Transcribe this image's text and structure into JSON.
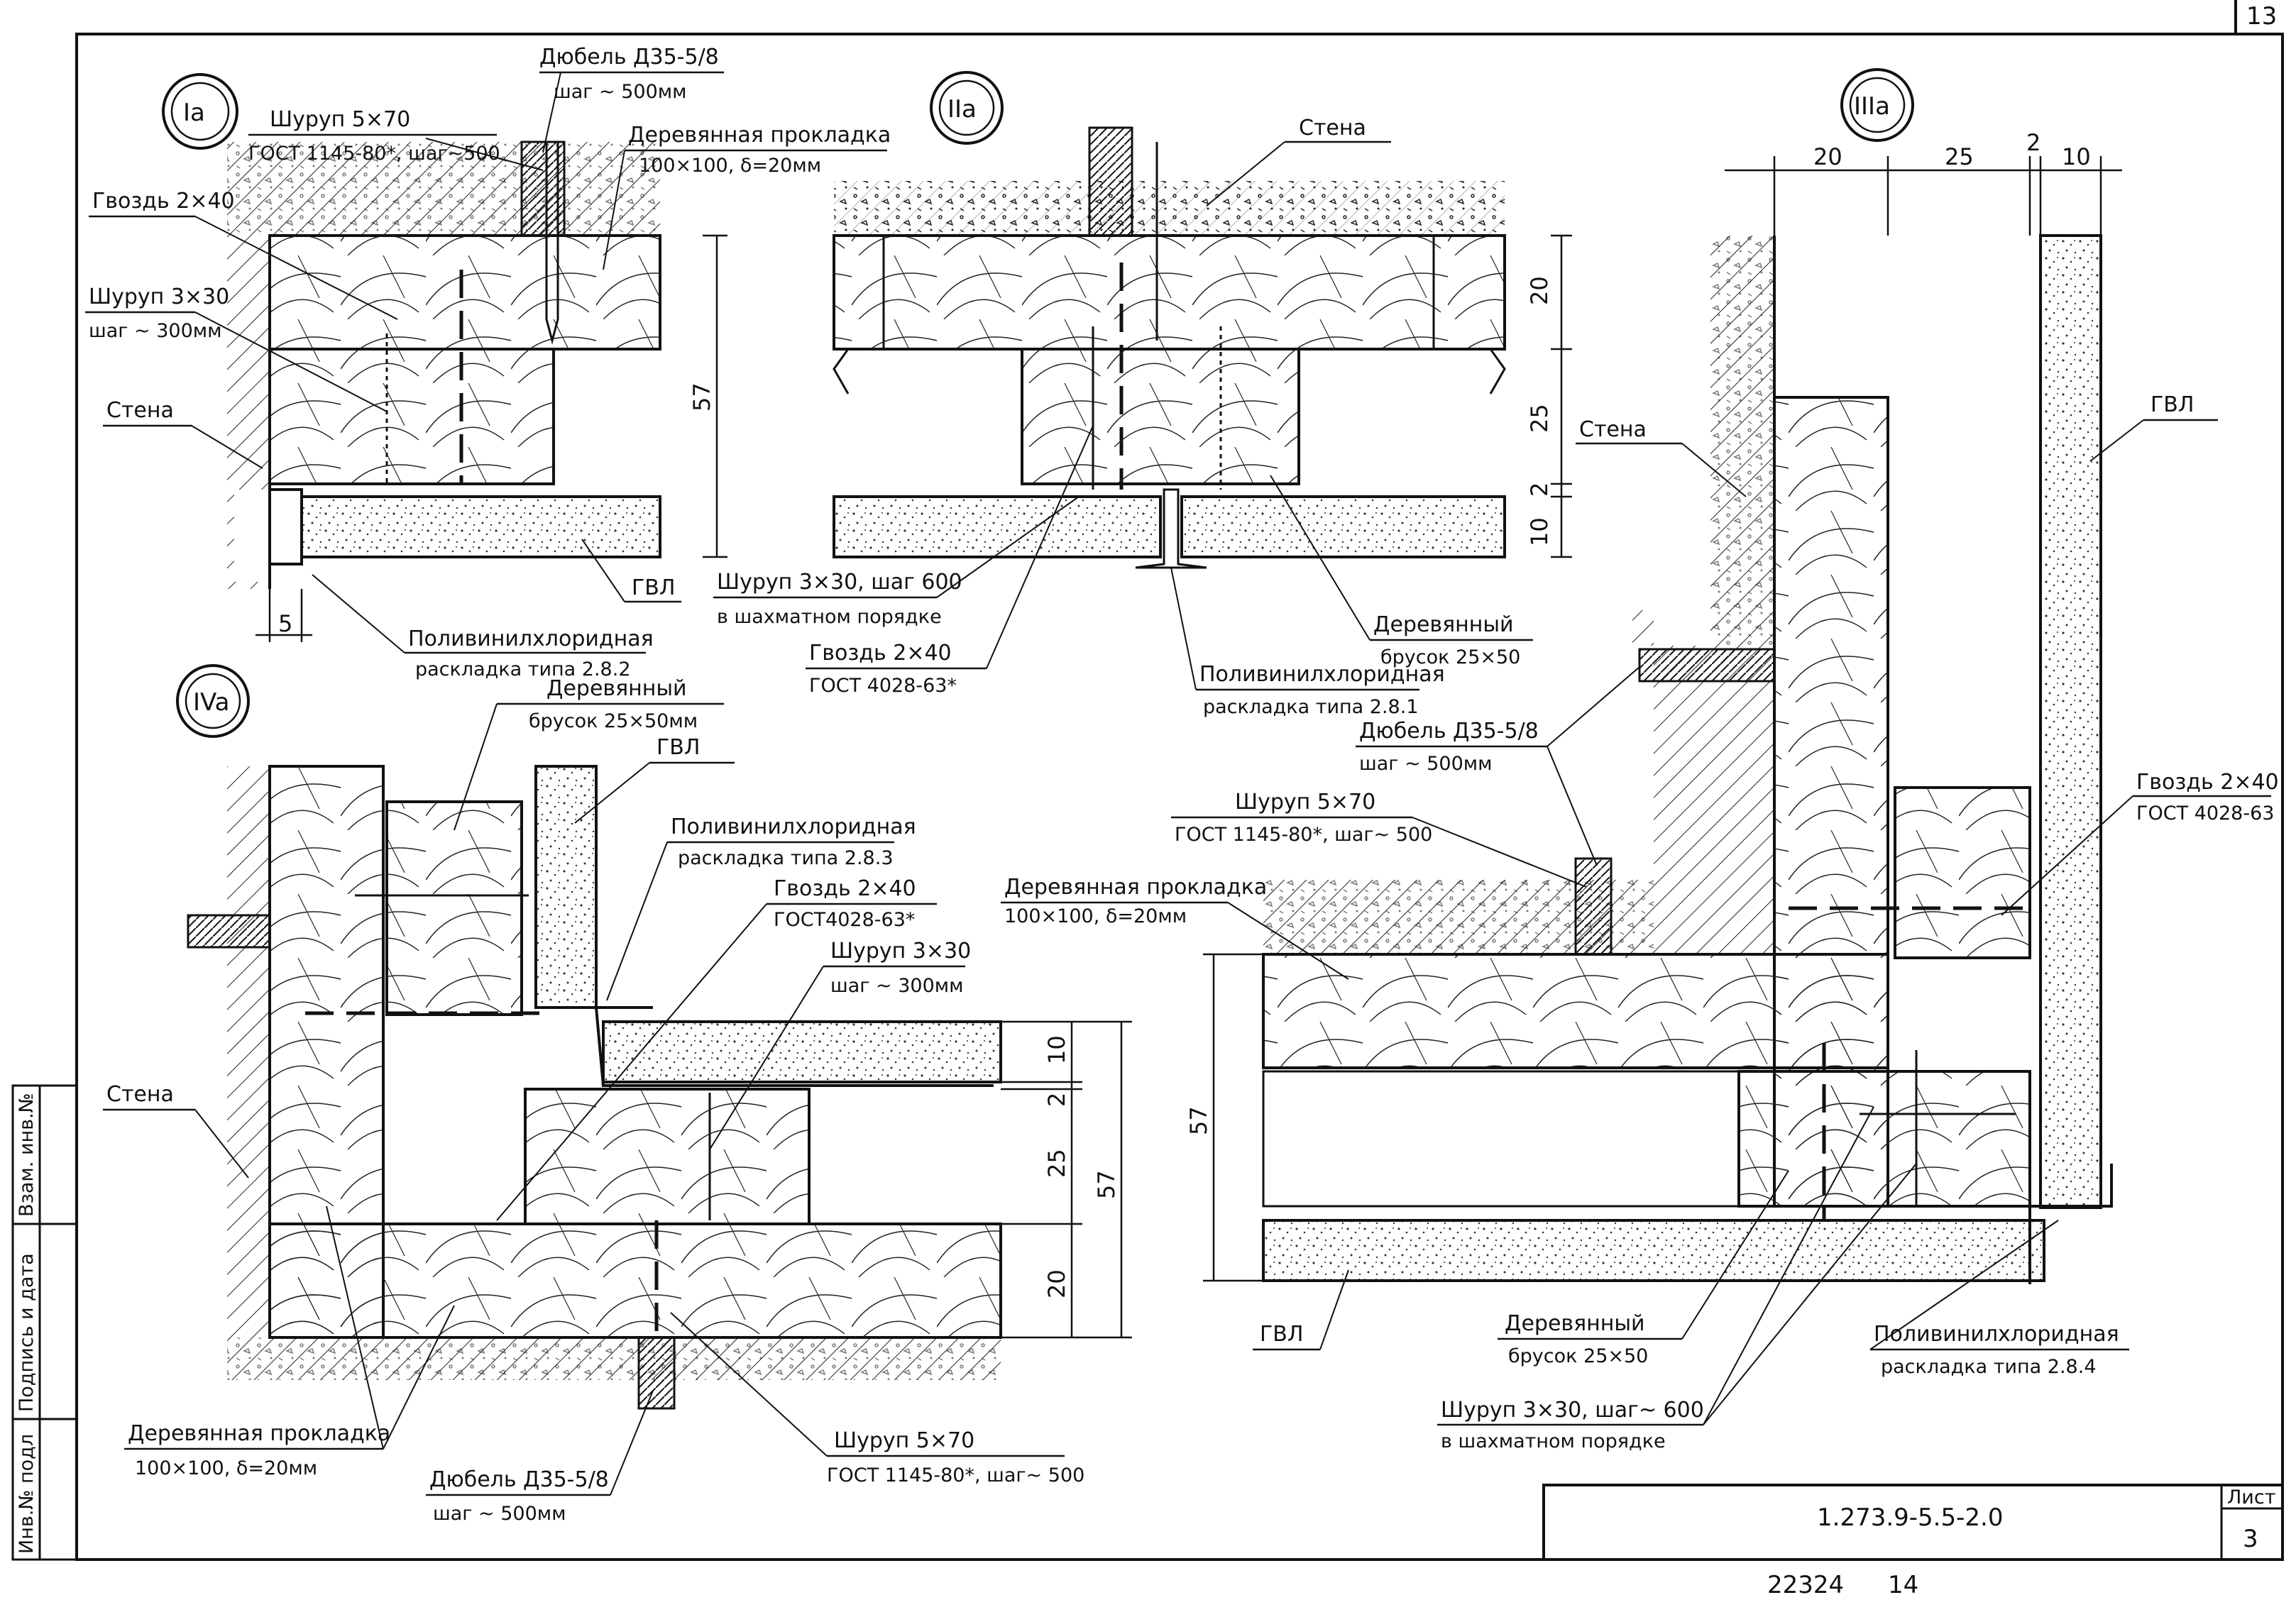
{
  "sheet": {
    "corner_number": "13",
    "doc_code": "1.273.9-5.5-2.0",
    "list_label": "Лист",
    "list_number": "3",
    "bottom_stamp_left": "22324",
    "bottom_stamp_right": "14",
    "side_labels": [
      "Инв.№ подл",
      "Подпись и дата",
      "Взам. инв.№"
    ]
  },
  "details": [
    {
      "id": "Ia",
      "marker": "Ia",
      "labels": {
        "dowel": "Дюбель Д35-5/8",
        "dowel_step": "шаг ~ 500мм",
        "screw_a": "Шуруп 5×70",
        "screw_a_std": "ГОСТ 1145-80*, шаг~500",
        "pad": "Деревянная прокладка",
        "pad_size": "100×100, δ=20мм",
        "nail": "Гвоздь 2×40",
        "screw_b": "Шуруп 3×30",
        "screw_b_step": "шаг ~ 300мм",
        "wall": "Стена",
        "gvl": "ГВЛ",
        "pvc": "Поливинилхлоридная",
        "pvc_type": "раскладка типа 2.8.2"
      },
      "dims": {
        "total": "57",
        "offset": "5"
      }
    },
    {
      "id": "IIa",
      "marker": "IIa",
      "labels": {
        "wall": "Стена",
        "screw": "Шуруп 3×30, шаг 600",
        "screw_order": "в шахматном порядке",
        "nail": "Гвоздь 2×40",
        "nail_std": "ГОСТ 4028-63*",
        "bar": "Деревянный",
        "bar_size": "брусок 25×50",
        "pvc": "Поливинилхлоридная",
        "pvc_type": "раскладка типа 2.8.1"
      },
      "dims": {
        "d1": "20",
        "d2": "25",
        "d3": "2",
        "d4": "10"
      }
    },
    {
      "id": "IIIa",
      "marker": "IIIa",
      "labels": {
        "wall": "Стена",
        "gvl": "ГВЛ",
        "dowel": "Дюбель Д35-5/8",
        "dowel_step": "шаг ~ 500мм",
        "screw": "Шуруп 5×70",
        "screw_std": "ГОСТ 1145-80*, шаг~ 500",
        "pad": "Деревянная прокладка",
        "pad_size": "100×100, δ=20мм",
        "nail": "Гвоздь 2×40",
        "nail_std": "ГОСТ 4028-63",
        "bar": "Деревянный",
        "bar_size": "брусок 25×50",
        "screw_small": "Шуруп 3×30, шаг~ 600",
        "screw_small_order": "в шахматном порядке",
        "pvc": "Поливинилхлоридная",
        "pvc_type": "раскладка типа 2.8.4",
        "gvl_bottom": "ГВЛ"
      },
      "dims": {
        "d1": "20",
        "d2": "25",
        "d3": "2",
        "d4": "10",
        "total": "57"
      }
    },
    {
      "id": "IVa",
      "marker": "IVa",
      "labels": {
        "bar": "Деревянный",
        "bar_size": "брусок 25×50мм",
        "gvl": "ГВЛ",
        "pvc": "Поливинилхлоридная",
        "pvc_type": "раскладка типа 2.8.3",
        "nail": "Гвоздь 2×40",
        "nail_std": "ГОСТ4028-63*",
        "screw_b": "Шуруп 3×30",
        "screw_b_step": "шаг ~ 300мм",
        "wall": "Стена",
        "pad": "Деревянная прокладка",
        "pad_size": "100×100, δ=20мм",
        "dowel": "Дюбель Д35-5/8",
        "dowel_step": "шаг ~ 500мм",
        "screw_a": "Шуруп 5×70",
        "screw_a_std": "ГОСТ 1145-80*, шаг~ 500"
      },
      "dims": {
        "d1": "10",
        "d2": "2",
        "d3": "25",
        "d4": "20",
        "total": "57"
      }
    }
  ]
}
